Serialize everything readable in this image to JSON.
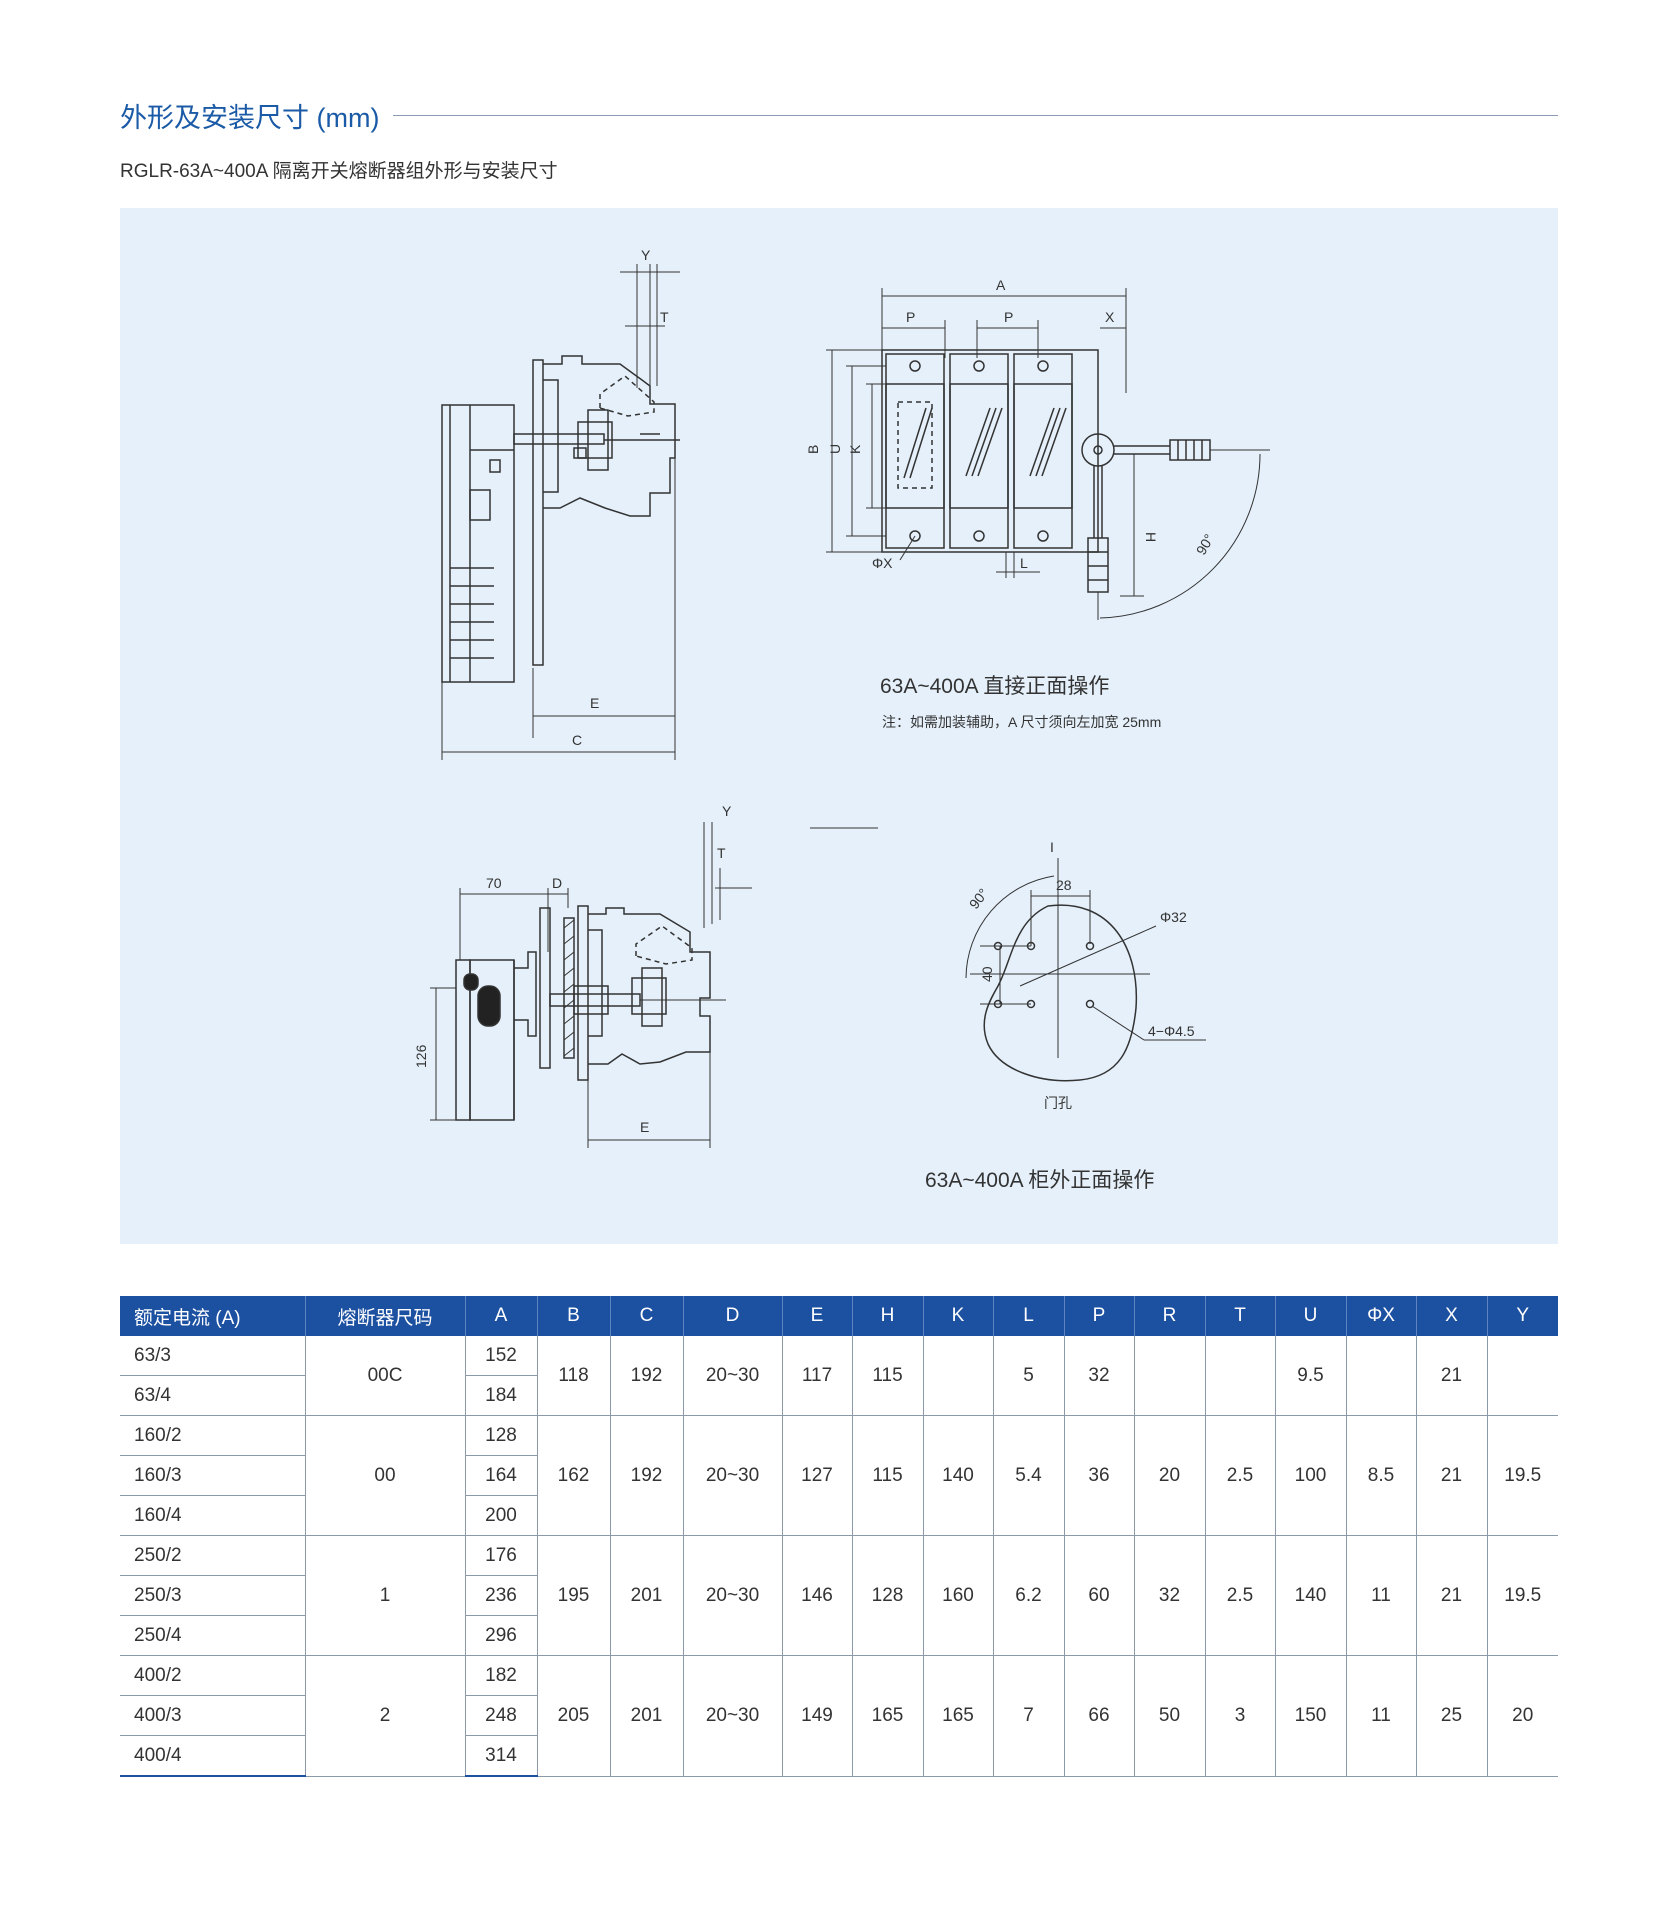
{
  "header": {
    "section_title": "外形及安装尺寸 (mm)",
    "subtitle": "RGLR-63A~400A 隔离开关熔断器组外形与安装尺寸"
  },
  "figure_top": {
    "caption": "63A~400A 直接正面操作",
    "note": "注：如需加装辅助，A 尺寸须向左加宽 25mm",
    "side_labels": {
      "y": "Y",
      "t": "T",
      "e": "E",
      "c": "C"
    },
    "front_labels": {
      "a": "A",
      "p1": "P",
      "p2": "P",
      "x": "X",
      "b": "B",
      "u": "U",
      "k": "K",
      "h": "H",
      "l": "L",
      "phix": "ΦX",
      "angle": "90°"
    }
  },
  "figure_bottom": {
    "caption": "63A~400A 柜外正面操作",
    "side_labels": {
      "y": "Y",
      "t": "T",
      "d": "D",
      "seventy": "70",
      "one26": "126",
      "e": "E"
    },
    "hole_labels": {
      "i": "I",
      "angle": "90°",
      "d28": "28",
      "phi32": "Φ32",
      "d40": "40",
      "holes": "4−Φ4.5",
      "door": "门孔"
    }
  },
  "table": {
    "headers": [
      "额定电流 (A)",
      "熔断器尺码",
      "A",
      "B",
      "C",
      "D",
      "E",
      "H",
      "K",
      "L",
      "P",
      "R",
      "T",
      "U",
      "ΦX",
      "X",
      "Y"
    ],
    "groups": [
      {
        "size": "00C",
        "models": [
          "63/3",
          "63/4"
        ],
        "a": [
          "152",
          "184"
        ],
        "shared": [
          "118",
          "192",
          "20~30",
          "117",
          "115",
          "",
          "5",
          "32",
          "",
          "",
          "9.5",
          "",
          "21",
          ""
        ]
      },
      {
        "size": "00",
        "models": [
          "160/2",
          "160/3",
          "160/4"
        ],
        "a": [
          "128",
          "164",
          "200"
        ],
        "shared": [
          "162",
          "192",
          "20~30",
          "127",
          "115",
          "140",
          "5.4",
          "36",
          "20",
          "2.5",
          "100",
          "8.5",
          "21",
          "19.5"
        ]
      },
      {
        "size": "1",
        "models": [
          "250/2",
          "250/3",
          "250/4"
        ],
        "a": [
          "176",
          "236",
          "296"
        ],
        "shared": [
          "195",
          "201",
          "20~30",
          "146",
          "128",
          "160",
          "6.2",
          "60",
          "32",
          "2.5",
          "140",
          "11",
          "21",
          "19.5"
        ]
      },
      {
        "size": "2",
        "models": [
          "400/2",
          "400/3",
          "400/4"
        ],
        "a": [
          "182",
          "248",
          "314"
        ],
        "shared": [
          "205",
          "201",
          "20~30",
          "149",
          "165",
          "165",
          "7",
          "66",
          "50",
          "3",
          "150",
          "11",
          "25",
          "20"
        ]
      }
    ]
  }
}
